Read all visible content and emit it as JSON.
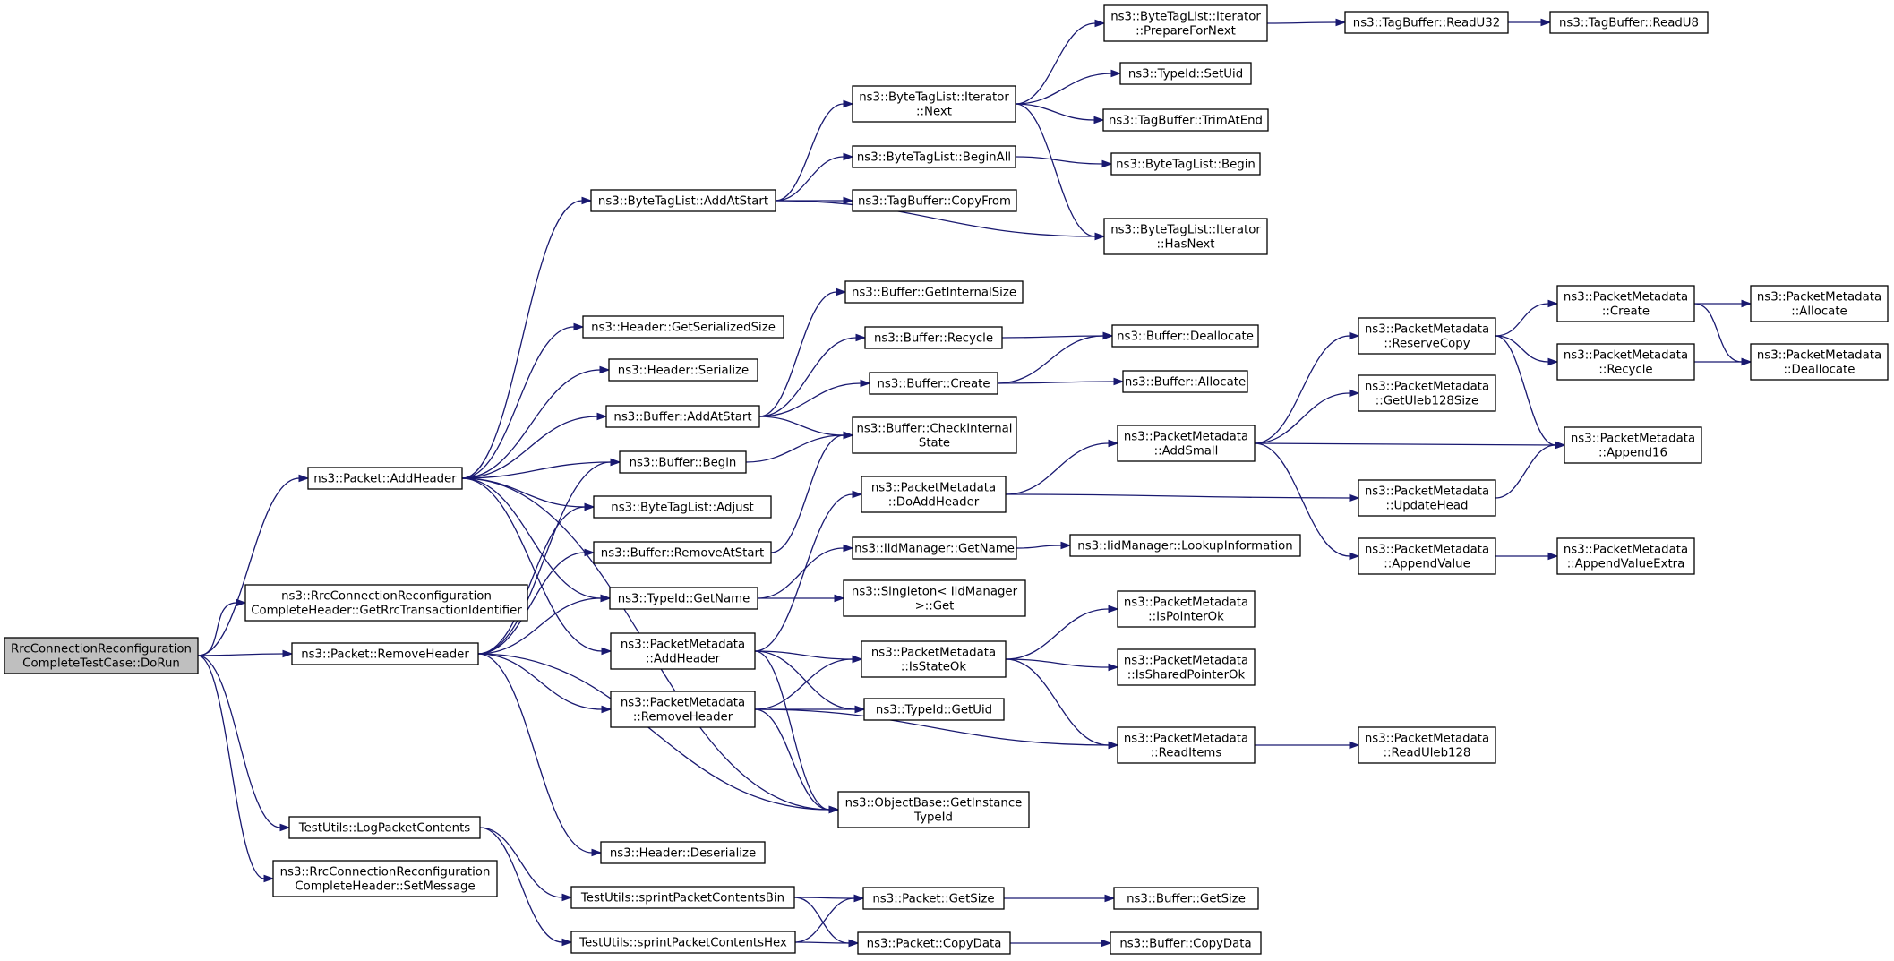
{
  "graph": {
    "nodes": {
      "root": [
        "RrcConnectionReconfiguration",
        "CompleteTestCase::DoRun"
      ],
      "packet_addheader": [
        "ns3::Packet::AddHeader"
      ],
      "getrrc": [
        "ns3::RrcConnectionReconfiguration",
        "CompleteHeader::GetRrcTransactionIdentifier"
      ],
      "packet_removeheader": [
        "ns3::Packet::RemoveHeader"
      ],
      "logpacket": [
        "TestUtils::LogPacketContents"
      ],
      "setmessage": [
        "ns3::RrcConnectionReconfiguration",
        "CompleteHeader::SetMessage"
      ],
      "btl_addatstart": [
        "ns3::ByteTagList::AddAtStart"
      ],
      "header_getsersize": [
        "ns3::Header::GetSerializedSize"
      ],
      "header_serialize": [
        "ns3::Header::Serialize"
      ],
      "buffer_addatstart": [
        "ns3::Buffer::AddAtStart"
      ],
      "buffer_begin": [
        "ns3::Buffer::Begin"
      ],
      "btl_adjust": [
        "ns3::ByteTagList::Adjust"
      ],
      "buffer_removeatstart": [
        "ns3::Buffer::RemoveAtStart"
      ],
      "typeid_getname": [
        "ns3::TypeId::GetName"
      ],
      "pm_addheader": [
        "ns3::PacketMetadata",
        "::AddHeader"
      ],
      "pm_removeheader": [
        "ns3::PacketMetadata",
        "::RemoveHeader"
      ],
      "header_deserialize": [
        "ns3::Header::Deserialize"
      ],
      "sprint_bin": [
        "TestUtils::sprintPacketContentsBin"
      ],
      "sprint_hex": [
        "TestUtils::sprintPacketContentsHex"
      ],
      "btl_iter_next": [
        "ns3::ByteTagList::Iterator",
        "::Next"
      ],
      "btl_beginall": [
        "ns3::ByteTagList::BeginAll"
      ],
      "tagbuffer_copyfrom": [
        "ns3::TagBuffer::CopyFrom"
      ],
      "buffer_getinternalsize": [
        "ns3::Buffer::GetInternalSize"
      ],
      "buffer_recycle": [
        "ns3::Buffer::Recycle"
      ],
      "buffer_create": [
        "ns3::Buffer::Create"
      ],
      "buffer_checkinternal": [
        "ns3::Buffer::CheckInternal",
        "State"
      ],
      "pm_doaddheader": [
        "ns3::PacketMetadata",
        "::DoAddHeader"
      ],
      "iid_getname": [
        "ns3::IidManager::GetName"
      ],
      "singleton_get": [
        "ns3::Singleton< IidManager",
        ">::Get"
      ],
      "pm_isstateok": [
        "ns3::PacketMetadata",
        "::IsStateOk"
      ],
      "typeid_getuid": [
        "ns3::TypeId::GetUid"
      ],
      "objectbase_getinstance": [
        "ns3::ObjectBase::GetInstance",
        "TypeId"
      ],
      "packet_getsize": [
        "ns3::Packet::GetSize"
      ],
      "packet_copydata": [
        "ns3::Packet::CopyData"
      ],
      "btl_iter_preparefornext": [
        "ns3::ByteTagList::Iterator",
        "::PrepareForNext"
      ],
      "typeid_setuid": [
        "ns3::TypeId::SetUid"
      ],
      "tagbuffer_trimatend": [
        "ns3::TagBuffer::TrimAtEnd"
      ],
      "btl_begin": [
        "ns3::ByteTagList::Begin"
      ],
      "btl_iter_hasnext": [
        "ns3::ByteTagList::Iterator",
        "::HasNext"
      ],
      "buffer_deallocate": [
        "ns3::Buffer::Deallocate"
      ],
      "buffer_allocate": [
        "ns3::Buffer::Allocate"
      ],
      "pm_addsmall": [
        "ns3::PacketMetadata",
        "::AddSmall"
      ],
      "iid_lookupinfo": [
        "ns3::IidManager::LookupInformation"
      ],
      "pm_ispointerok": [
        "ns3::PacketMetadata",
        "::IsPointerOk"
      ],
      "pm_issharedpointerok": [
        "ns3::PacketMetadata",
        "::IsSharedPointerOk"
      ],
      "pm_readitems": [
        "ns3::PacketMetadata",
        "::ReadItems"
      ],
      "buffer_getsize": [
        "ns3::Buffer::GetSize"
      ],
      "buffer_copydata": [
        "ns3::Buffer::CopyData"
      ],
      "tagbuffer_readu32": [
        "ns3::TagBuffer::ReadU32"
      ],
      "pm_reservecopy": [
        "ns3::PacketMetadata",
        "::ReserveCopy"
      ],
      "pm_getuleb128size": [
        "ns3::PacketMetadata",
        "::GetUleb128Size"
      ],
      "pm_updatehead": [
        "ns3::PacketMetadata",
        "::UpdateHead"
      ],
      "pm_appendvalue": [
        "ns3::PacketMetadata",
        "::AppendValue"
      ],
      "pm_readuleb128": [
        "ns3::PacketMetadata",
        "::ReadUleb128"
      ],
      "tagbuffer_readu8": [
        "ns3::TagBuffer::ReadU8"
      ],
      "pm_create": [
        "ns3::PacketMetadata",
        "::Create"
      ],
      "pm_recycle": [
        "ns3::PacketMetadata",
        "::Recycle"
      ],
      "pm_append16": [
        "ns3::PacketMetadata",
        "::Append16"
      ],
      "pm_appendvalueextra": [
        "ns3::PacketMetadata",
        "::AppendValueExtra"
      ],
      "pm_allocate": [
        "ns3::PacketMetadata",
        "::Allocate"
      ],
      "pm_deallocate": [
        "ns3::PacketMetadata",
        "::Deallocate"
      ]
    },
    "edges": [
      [
        "root",
        "packet_addheader"
      ],
      [
        "root",
        "getrrc"
      ],
      [
        "root",
        "packet_removeheader"
      ],
      [
        "root",
        "logpacket"
      ],
      [
        "root",
        "setmessage"
      ],
      [
        "packet_addheader",
        "btl_addatstart"
      ],
      [
        "packet_addheader",
        "header_getsersize"
      ],
      [
        "packet_addheader",
        "header_serialize"
      ],
      [
        "packet_addheader",
        "buffer_addatstart"
      ],
      [
        "packet_addheader",
        "buffer_begin"
      ],
      [
        "packet_addheader",
        "btl_adjust"
      ],
      [
        "packet_addheader",
        "typeid_getname"
      ],
      [
        "packet_addheader",
        "pm_addheader"
      ],
      [
        "packet_addheader",
        "objectbase_getinstance"
      ],
      [
        "packet_removeheader",
        "buffer_begin"
      ],
      [
        "packet_removeheader",
        "btl_adjust"
      ],
      [
        "packet_removeheader",
        "buffer_removeatstart"
      ],
      [
        "packet_removeheader",
        "typeid_getname"
      ],
      [
        "packet_removeheader",
        "pm_removeheader"
      ],
      [
        "packet_removeheader",
        "header_deserialize"
      ],
      [
        "packet_removeheader",
        "objectbase_getinstance"
      ],
      [
        "logpacket",
        "sprint_bin"
      ],
      [
        "logpacket",
        "sprint_hex"
      ],
      [
        "btl_addatstart",
        "btl_iter_next"
      ],
      [
        "btl_addatstart",
        "btl_beginall"
      ],
      [
        "btl_addatstart",
        "tagbuffer_copyfrom"
      ],
      [
        "btl_addatstart",
        "btl_iter_hasnext"
      ],
      [
        "buffer_addatstart",
        "buffer_getinternalsize"
      ],
      [
        "buffer_addatstart",
        "buffer_recycle"
      ],
      [
        "buffer_addatstart",
        "buffer_create"
      ],
      [
        "buffer_addatstart",
        "buffer_checkinternal"
      ],
      [
        "buffer_begin",
        "buffer_checkinternal"
      ],
      [
        "buffer_removeatstart",
        "buffer_checkinternal"
      ],
      [
        "typeid_getname",
        "iid_getname"
      ],
      [
        "typeid_getname",
        "singleton_get"
      ],
      [
        "pm_addheader",
        "pm_doaddheader"
      ],
      [
        "pm_addheader",
        "pm_isstateok"
      ],
      [
        "pm_addheader",
        "typeid_getuid"
      ],
      [
        "pm_addheader",
        "objectbase_getinstance"
      ],
      [
        "pm_removeheader",
        "pm_isstateok"
      ],
      [
        "pm_removeheader",
        "typeid_getuid"
      ],
      [
        "pm_removeheader",
        "pm_readitems"
      ],
      [
        "pm_removeheader",
        "objectbase_getinstance"
      ],
      [
        "sprint_bin",
        "packet_getsize"
      ],
      [
        "sprint_bin",
        "packet_copydata"
      ],
      [
        "sprint_hex",
        "packet_getsize"
      ],
      [
        "sprint_hex",
        "packet_copydata"
      ],
      [
        "btl_iter_next",
        "btl_iter_preparefornext"
      ],
      [
        "btl_iter_next",
        "typeid_setuid"
      ],
      [
        "btl_iter_next",
        "tagbuffer_trimatend"
      ],
      [
        "btl_iter_next",
        "btl_iter_hasnext"
      ],
      [
        "btl_beginall",
        "btl_begin"
      ],
      [
        "buffer_recycle",
        "buffer_deallocate"
      ],
      [
        "buffer_create",
        "buffer_deallocate"
      ],
      [
        "buffer_create",
        "buffer_allocate"
      ],
      [
        "pm_doaddheader",
        "pm_addsmall"
      ],
      [
        "pm_doaddheader",
        "pm_updatehead"
      ],
      [
        "iid_getname",
        "iid_lookupinfo"
      ],
      [
        "pm_isstateok",
        "pm_ispointerok"
      ],
      [
        "pm_isstateok",
        "pm_issharedpointerok"
      ],
      [
        "pm_isstateok",
        "pm_readitems"
      ],
      [
        "packet_getsize",
        "buffer_getsize"
      ],
      [
        "packet_copydata",
        "buffer_copydata"
      ],
      [
        "btl_iter_preparefornext",
        "tagbuffer_readu32"
      ],
      [
        "tagbuffer_readu32",
        "tagbuffer_readu8"
      ],
      [
        "pm_addsmall",
        "pm_reservecopy"
      ],
      [
        "pm_addsmall",
        "pm_getuleb128size"
      ],
      [
        "pm_addsmall",
        "pm_append16"
      ],
      [
        "pm_addsmall",
        "pm_appendvalue"
      ],
      [
        "pm_readitems",
        "pm_readuleb128"
      ],
      [
        "pm_reservecopy",
        "pm_create"
      ],
      [
        "pm_reservecopy",
        "pm_recycle"
      ],
      [
        "pm_reservecopy",
        "pm_append16"
      ],
      [
        "pm_updatehead",
        "pm_append16"
      ],
      [
        "pm_appendvalue",
        "pm_appendvalueextra"
      ],
      [
        "pm_create",
        "pm_allocate"
      ],
      [
        "pm_create",
        "pm_deallocate"
      ],
      [
        "pm_recycle",
        "pm_deallocate"
      ]
    ]
  }
}
